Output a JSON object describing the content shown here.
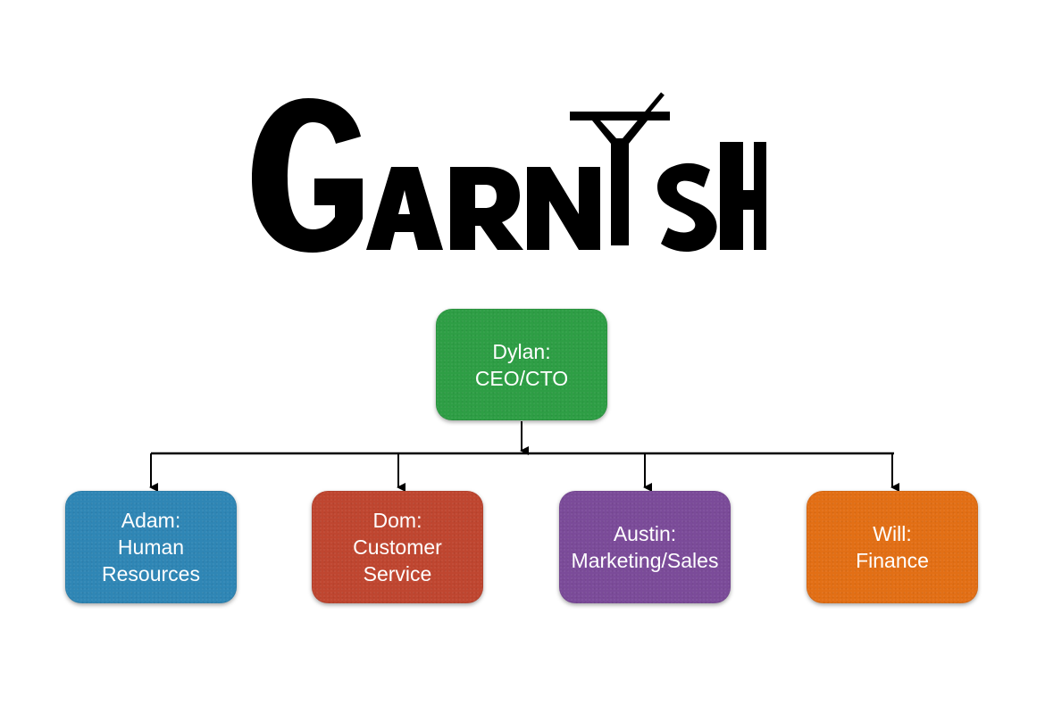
{
  "logo": {
    "text": "GARNISH",
    "color": "#000000"
  },
  "org_chart": {
    "root": {
      "name": "Dylan:",
      "role": "CEO/CTO",
      "color": "#2e9e45"
    },
    "reports": [
      {
        "name": "Adam:",
        "role_line1": "Human",
        "role_line2": "Resources",
        "color": "#2f86b5"
      },
      {
        "name": "Dom:",
        "role_line1": "Customer",
        "role_line2": "Service",
        "color": "#bf4630"
      },
      {
        "name": "Austin:",
        "role_line1": "Marketing/Sales",
        "role_line2": "",
        "color": "#7b4b99"
      },
      {
        "name": "Will:",
        "role_line1": "Finance",
        "role_line2": "",
        "color": "#e26f15"
      }
    ]
  }
}
